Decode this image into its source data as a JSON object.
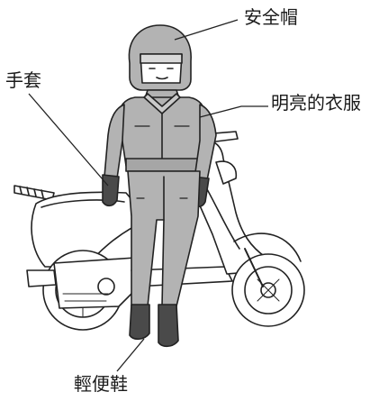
{
  "labels": {
    "helmet": "安全帽",
    "gloves": "手套",
    "bright_clothes": "明亮的衣服",
    "light_shoes": "輕便鞋"
  },
  "colors": {
    "line": "#222222",
    "clothing_fill": "#b3b3b3",
    "shoe_fill": "#4a4a4a",
    "background": "#ffffff"
  }
}
